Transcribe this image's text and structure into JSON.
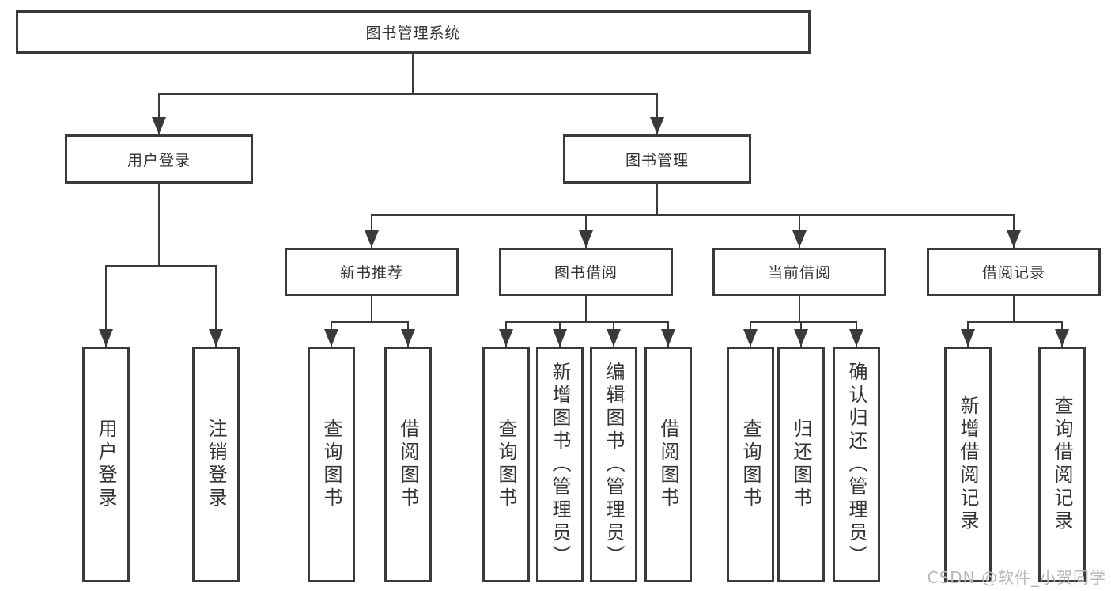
{
  "tree": {
    "root": "图书管理系统",
    "user_login": {
      "label": "用户登录",
      "children": [
        "用户登录",
        "注销登录"
      ]
    },
    "book_mgmt": {
      "label": "图书管理",
      "sections": [
        {
          "label": "新书推荐",
          "children": [
            "查询图书",
            "借阅图书"
          ]
        },
        {
          "label": "图书借阅",
          "children": [
            "查询图书",
            "新增图书（管理员）",
            "编辑图书（管理员）",
            "借阅图书"
          ]
        },
        {
          "label": "当前借阅",
          "children": [
            "查询图书",
            "归还图书",
            "确认归还（管理员）"
          ]
        },
        {
          "label": "借阅记录",
          "children": [
            "新增借阅记录",
            "查询借阅记录"
          ]
        }
      ]
    }
  },
  "watermark": "CSDN @软件_小贺同学",
  "colors": {
    "line": "#3a3a3a",
    "text": "#333333",
    "watermark": "#b4b8bb",
    "background": "#ffffff"
  }
}
